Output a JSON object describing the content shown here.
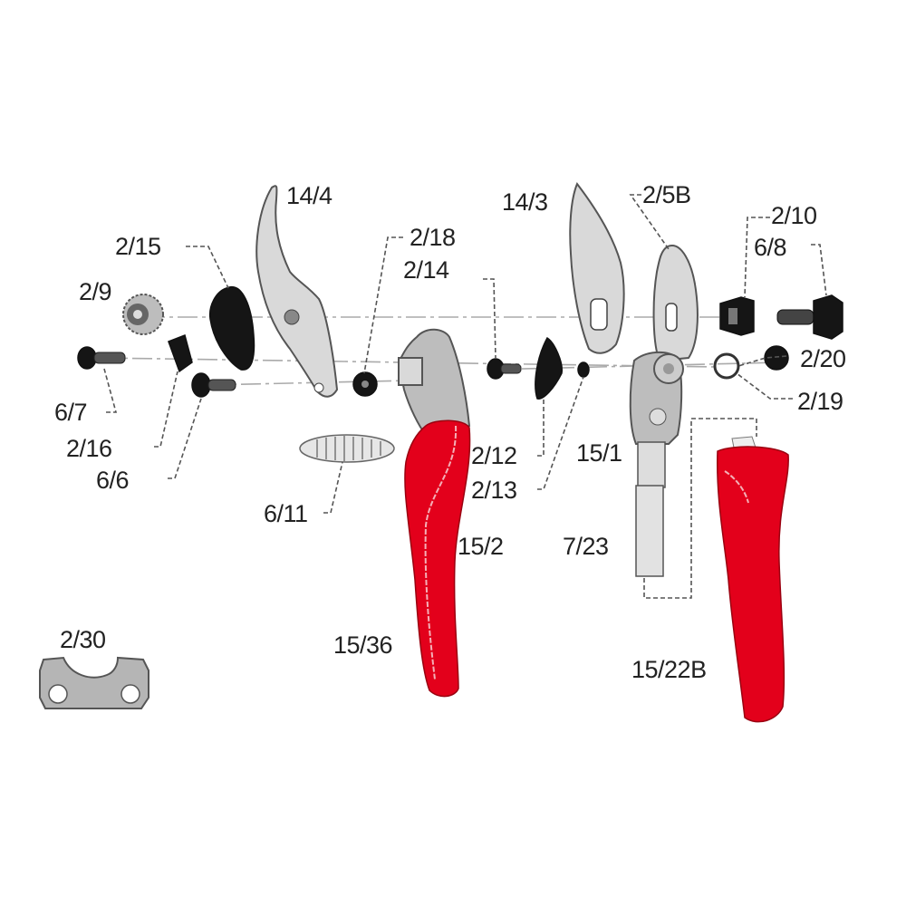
{
  "diagram": {
    "title": "Pruning shears exploded parts view",
    "colors": {
      "handle_red": "#e3001b",
      "steel_grey": "#d9d9d9",
      "dark_part": "#151515",
      "label_text": "#222222",
      "leader_line": "#555555"
    },
    "parts": [
      {
        "id": "14/4",
        "label": "14/4",
        "description": "anvil / counter blade"
      },
      {
        "id": "2/15",
        "label": "2/15",
        "description": "black cam plate"
      },
      {
        "id": "2/9",
        "label": "2/9",
        "description": "toothed adjustment wheel"
      },
      {
        "id": "6/7",
        "label": "6/7",
        "description": "screw"
      },
      {
        "id": "2/16",
        "label": "2/16",
        "description": "small black clip"
      },
      {
        "id": "6/6",
        "label": "6/6",
        "description": "screw"
      },
      {
        "id": "2/18",
        "label": "2/18",
        "description": "black nut"
      },
      {
        "id": "2/14",
        "label": "2/14",
        "description": "screw"
      },
      {
        "id": "6/11",
        "label": "6/11",
        "description": "spring"
      },
      {
        "id": "15/2",
        "label": "15/2",
        "description": "lower handle (red)"
      },
      {
        "id": "15/36",
        "label": "15/36",
        "description": "handle cover"
      },
      {
        "id": "2/12",
        "label": "2/12",
        "description": "black catch plate"
      },
      {
        "id": "2/13",
        "label": "2/13",
        "description": "washer"
      },
      {
        "id": "14/3",
        "label": "14/3",
        "description": "cutting blade"
      },
      {
        "id": "2/5B",
        "label": "2/5B",
        "description": "blade holder"
      },
      {
        "id": "15/1",
        "label": "15/1",
        "description": "upper handle body"
      },
      {
        "id": "7/23",
        "label": "7/23",
        "description": "handle shaft"
      },
      {
        "id": "2/10",
        "label": "2/10",
        "description": "nut"
      },
      {
        "id": "6/8",
        "label": "6/8",
        "description": "bolt"
      },
      {
        "id": "2/20",
        "label": "2/20",
        "description": "black nut"
      },
      {
        "id": "2/19",
        "label": "2/19",
        "description": "ring washer"
      },
      {
        "id": "15/22B",
        "label": "15/22B",
        "description": "upper handle grip (red)"
      },
      {
        "id": "2/30",
        "label": "2/30",
        "description": "spanner / adjustment key"
      }
    ],
    "labels": {
      "p14_4": "14/4",
      "p2_15": "2/15",
      "p2_9": "2/9",
      "p6_7": "6/7",
      "p2_16": "2/16",
      "p6_6": "6/6",
      "p2_18": "2/18",
      "p2_14": "2/14",
      "p6_11": "6/11",
      "p15_2": "15/2",
      "p15_36": "15/36",
      "p2_12": "2/12",
      "p2_13": "2/13",
      "p14_3": "14/3",
      "p2_5B": "2/5B",
      "p15_1": "15/1",
      "p7_23": "7/23",
      "p2_10": "2/10",
      "p6_8": "6/8",
      "p2_20": "2/20",
      "p2_19": "2/19",
      "p15_22B": "15/22B",
      "p2_30": "2/30"
    }
  }
}
